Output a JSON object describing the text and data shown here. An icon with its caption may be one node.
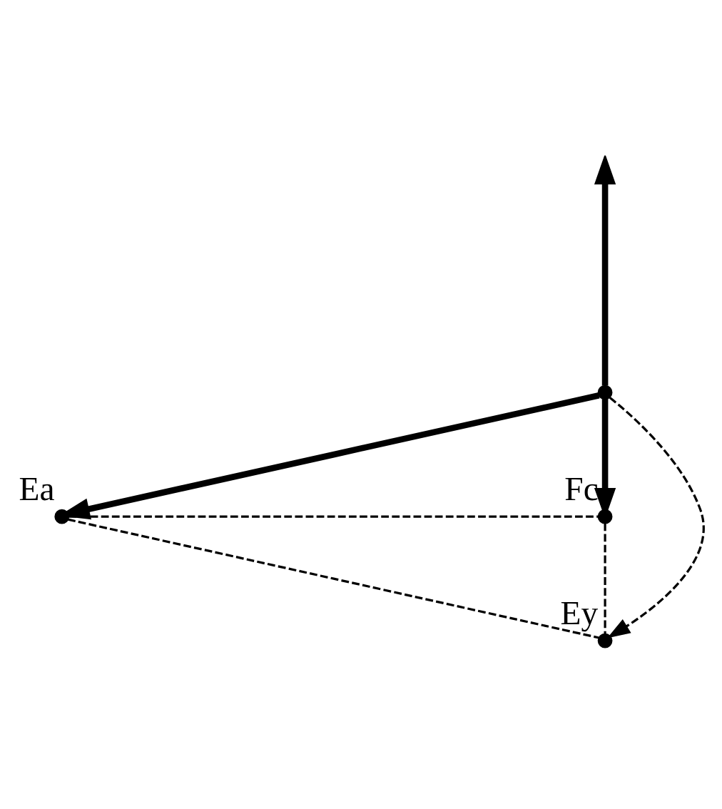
{
  "diagram": {
    "nodes": [
      {
        "text": [],
        "shape": "circle"
      },
      {
        "text": [],
        "shape": "circle",
        "beside": [
          "Ea"
        ]
      },
      {
        "text": [],
        "shape": "circle",
        "beside": [
          "Fc"
        ]
      },
      {
        "text": [],
        "shape": "circle",
        "beside": [
          "Ey"
        ]
      }
    ],
    "edges": [
      {
        "from": 0,
        "to": null,
        "arrow": "to",
        "style": "thick"
      },
      {
        "from": 0,
        "to": 1,
        "arrow": "to",
        "style": "thick"
      },
      {
        "from": 0,
        "to": 2,
        "arrow": "to",
        "style": "thick"
      },
      {
        "from": 0,
        "to": 3,
        "arrow": "to",
        "style": "dashed"
      },
      {
        "from": 1,
        "to": 2,
        "arrow": "none",
        "style": "dashed"
      },
      {
        "from": 1,
        "to": 3,
        "arrow": "none",
        "style": "dashed"
      },
      {
        "from": 2,
        "to": 3,
        "arrow": "none",
        "style": "dashed"
      }
    ]
  }
}
